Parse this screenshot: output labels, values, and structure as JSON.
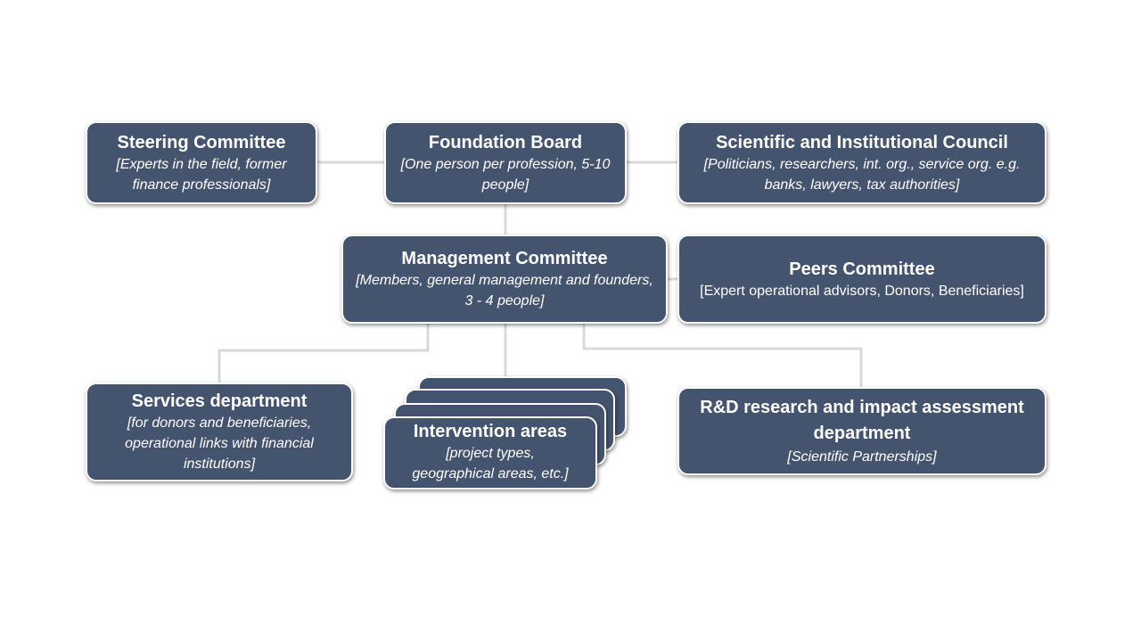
{
  "colors": {
    "box_fill": "#45546e",
    "connector": "#d9d9d9",
    "text": "#ffffff"
  },
  "boxes": {
    "steering": {
      "title": "Steering Committee",
      "sub": "[Experts in the field, former finance professionals]"
    },
    "foundation": {
      "title": "Foundation Board",
      "sub": "[One person per profession, 5-10 people]"
    },
    "scientific": {
      "title": "Scientific and Institutional Council",
      "sub": "[Politicians, researchers, int. org., service org. e.g. banks, lawyers, tax authorities]"
    },
    "management": {
      "title": "Management Committee",
      "sub": "[Members, general management and founders, 3 - 4 people]"
    },
    "peers": {
      "title": "Peers Committee",
      "sub": "[Expert operational advisors, Donors, Beneficiaries]"
    },
    "services": {
      "title": "Services department",
      "sub": "[for donors and beneficiaries, operational links with financial institutions]"
    },
    "intervention": {
      "title": "Intervention areas",
      "sub": "[project types, geographical areas, etc.]"
    },
    "rnd": {
      "title": "R&D research and impact assessment department",
      "sub": "[Scientific Partnerships]"
    }
  }
}
